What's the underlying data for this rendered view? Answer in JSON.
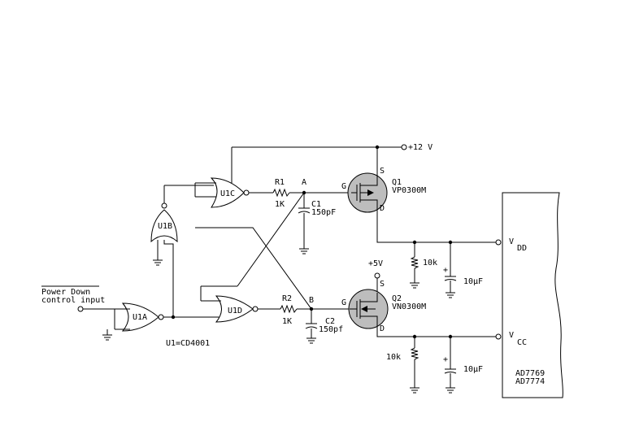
{
  "labels": {
    "supply_12v": "+12 V",
    "supply_5v": "+5V",
    "node_a": "A",
    "node_b": "B",
    "r1_name": "R1",
    "r1_value": "1K",
    "r2_name": "R2",
    "r2_value": "1K",
    "c1_name": "C1",
    "c1_value": "150pF",
    "c2_name": "C2",
    "c2_value": "150pf",
    "q1_name": "Q1",
    "q1_part": "VP0300M",
    "q2_name": "Q2",
    "q2_part": "VN0300M",
    "gate": "G",
    "source": "S",
    "drain": "D",
    "u1a": "U1A",
    "u1b": "U1B",
    "u1c": "U1C",
    "u1d": "U1D",
    "u1_part": "U1=CD4001",
    "power_down_line1": "Power Down",
    "power_down_line2": "control input",
    "res_top": "10k",
    "res_bottom": "10k",
    "cap_top": "10µF",
    "cap_bottom": "10µF",
    "plus": "+",
    "vdd_v": "V",
    "vdd_sub": "DD",
    "vcc_v": "V",
    "vcc_sub": "CC",
    "chip_line1": "AD7769",
    "chip_line2": "AD7774"
  }
}
